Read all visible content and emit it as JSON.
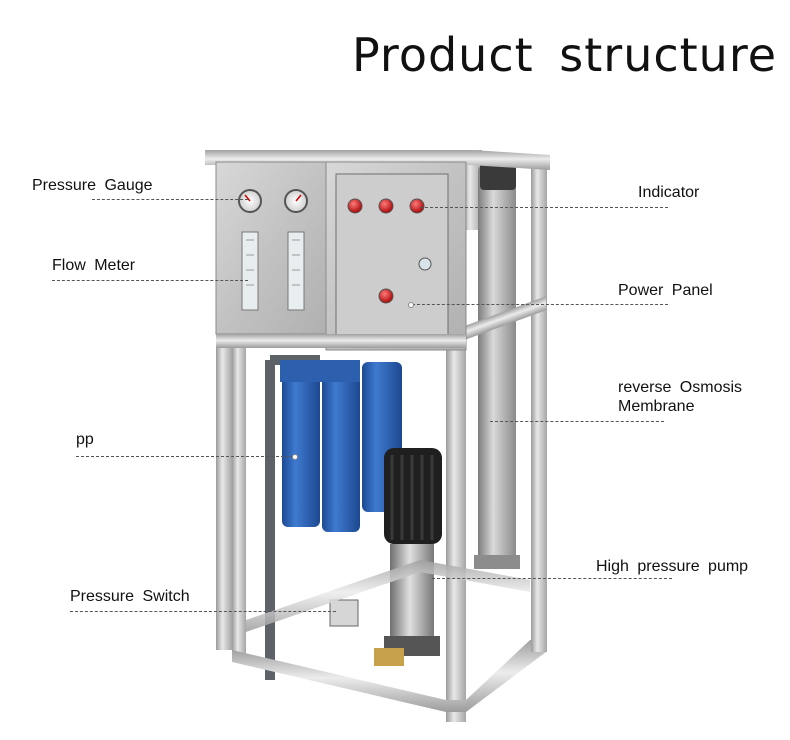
{
  "title": "Product  structure",
  "labels": {
    "pressure_gauge": "Pressure  Gauge",
    "flow_meter": "Flow  Meter",
    "pp": "pp",
    "pressure_switch": "Pressure  Switch",
    "indicator": "Indicator",
    "power_panel": "Power  Panel",
    "ro_membrane_line1": "reverse  Osmosis",
    "ro_membrane_line2": "Membrane",
    "high_pressure_pump": "High  pressure  pump"
  },
  "colors": {
    "steel": "#c9c9c9",
    "steel_dark": "#8e8e8e",
    "filter_blue": "#2f66b8",
    "indicator_red": "#d81e1e",
    "pump_black": "#1c1c1c"
  }
}
